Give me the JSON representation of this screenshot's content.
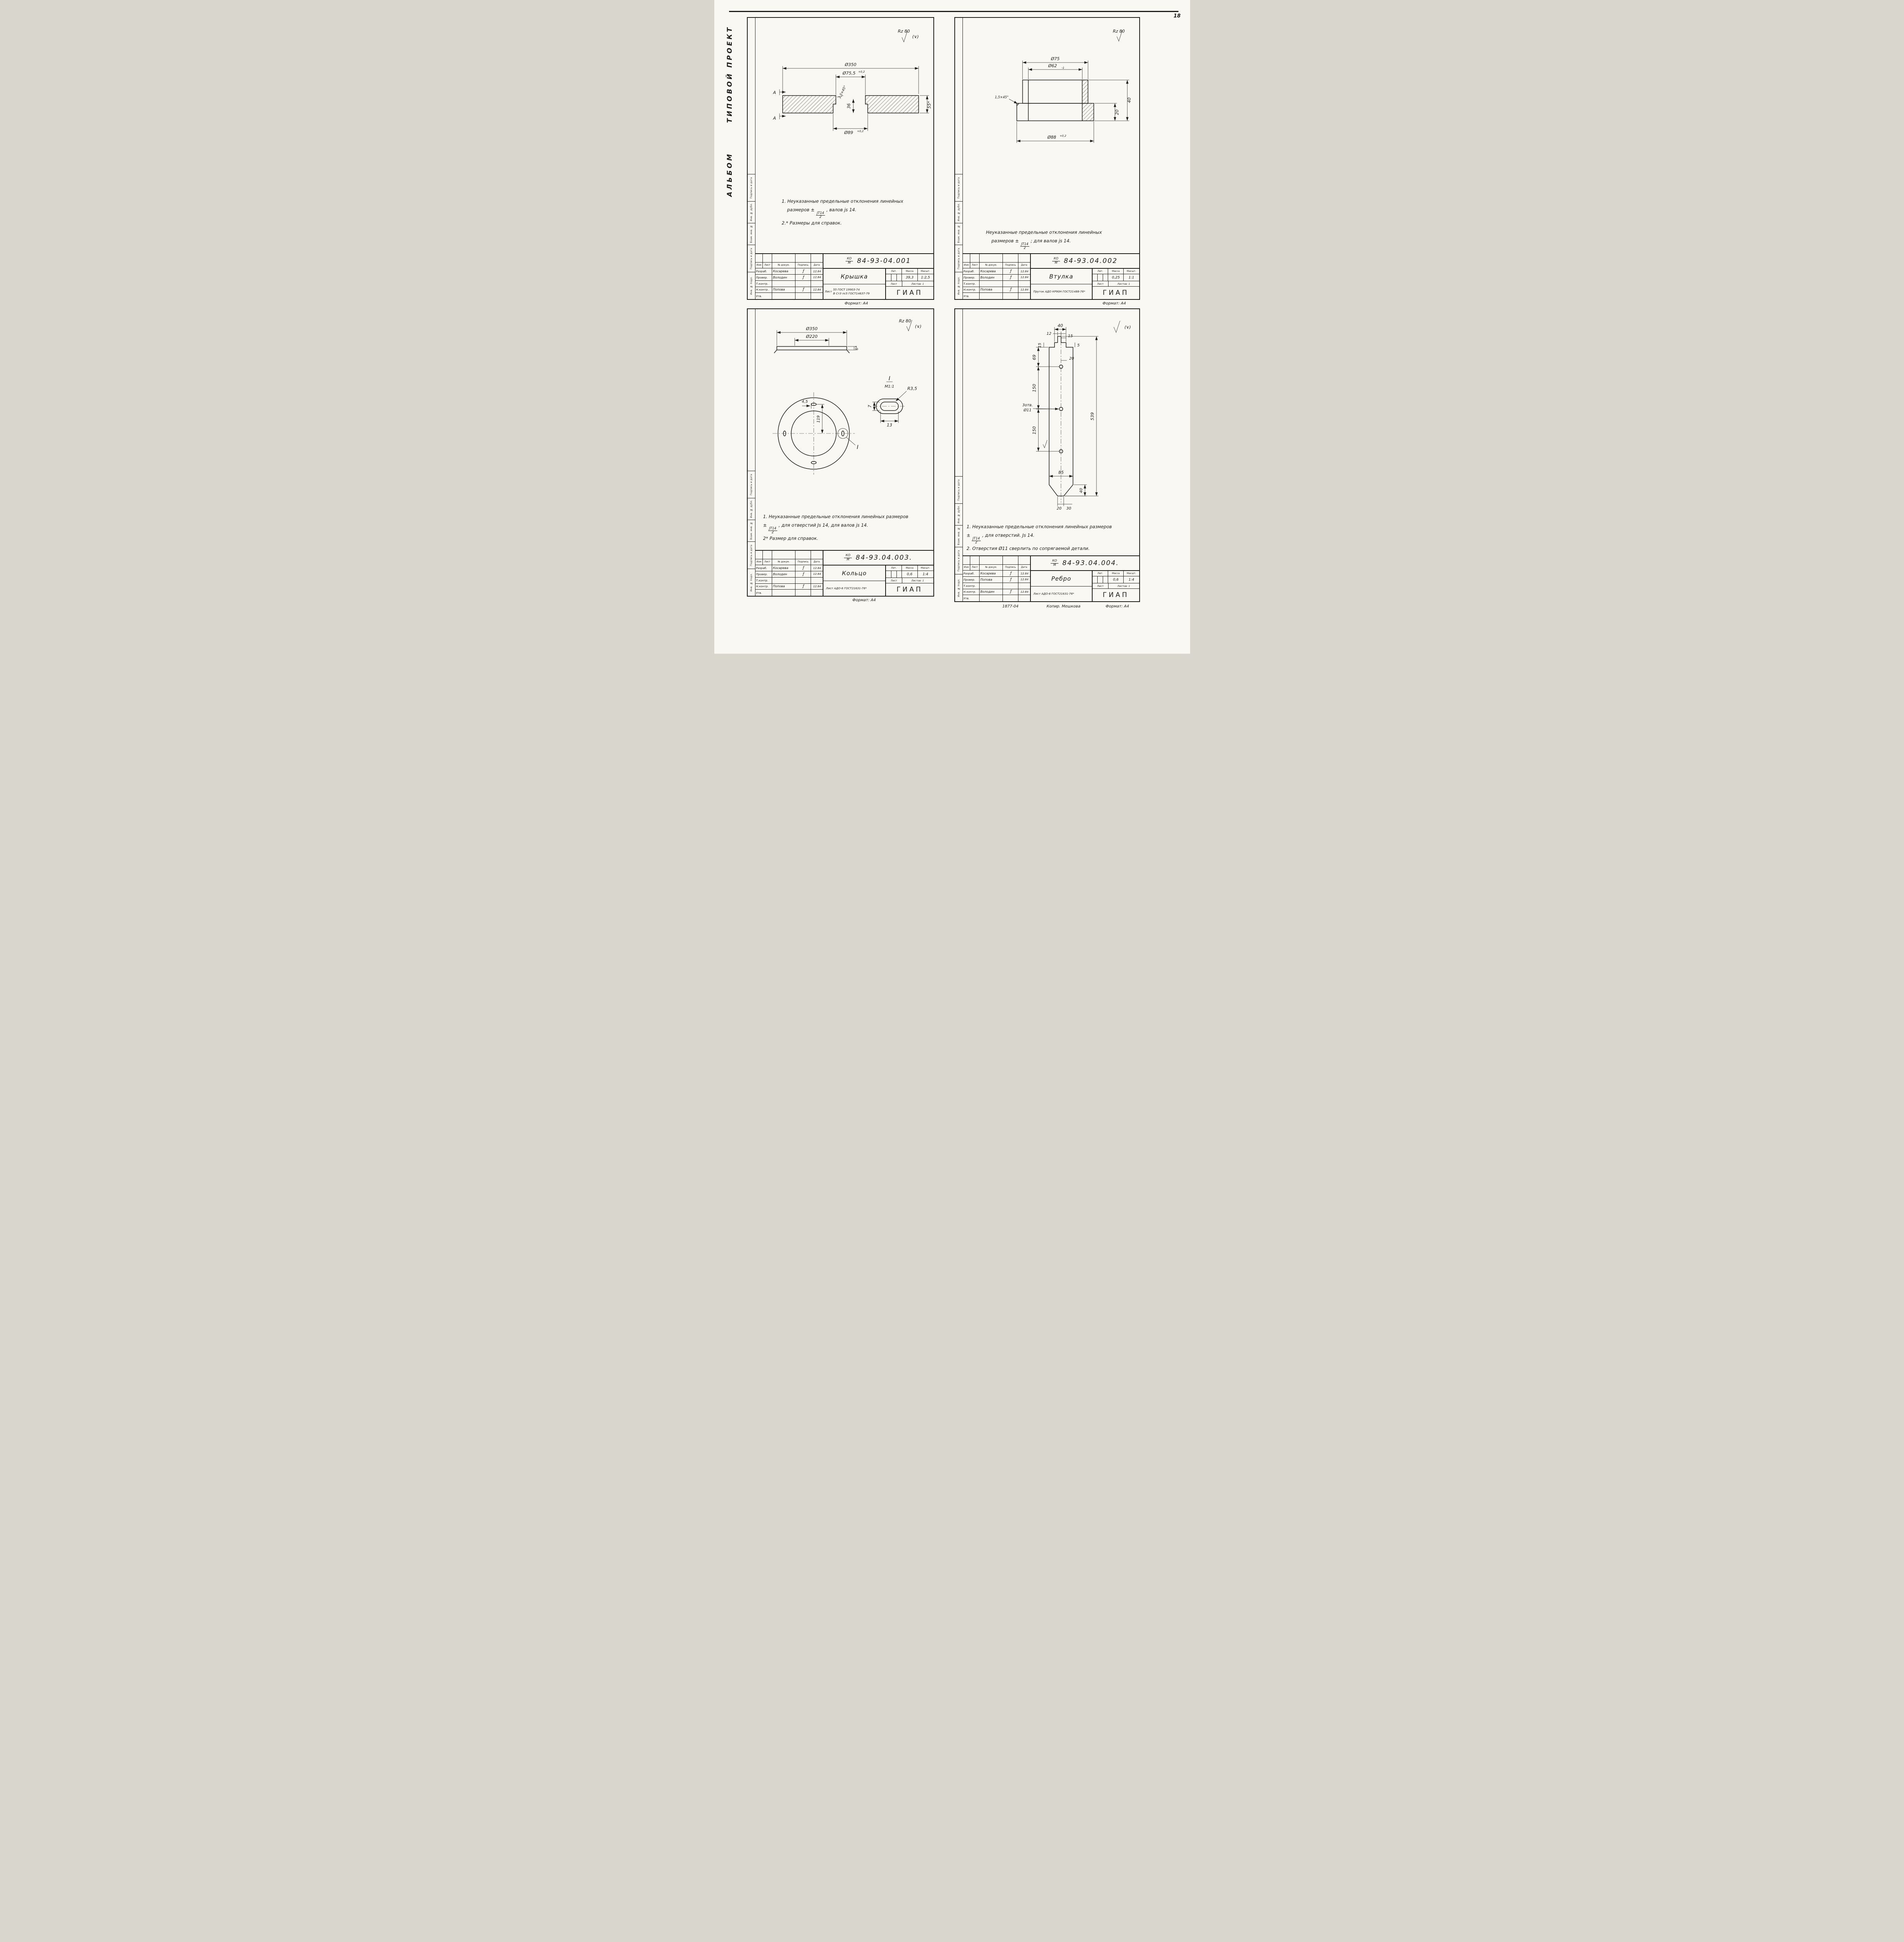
{
  "page": {
    "number": "18",
    "album_title": "ТИПОВОЙ ПРОЕКТ",
    "album_subtitle": "АЛЬБОМ",
    "footer_code": "1877-04",
    "footer_copier": "Копир. Мешкова",
    "footer_format": "Формат: А4"
  },
  "margin_labels": [
    "Подпись и дата",
    "Инв. № дубл.",
    "Взам. инв. №",
    "Подпись и дата",
    "Инв. № подл."
  ],
  "common": {
    "code_top": "КО",
    "code_bot": "М",
    "org": "ГИАП",
    "format": "Формат: А4",
    "tb_header": [
      "Изм",
      "Лист",
      "№ докум.",
      "Подпись",
      "Дата"
    ],
    "lit_label": "Лит.",
    "mass_label": "Масса",
    "scale_label": "Масшт.",
    "sheet_label": "Лист",
    "sheets_label": "Листов: 1",
    "frac_num": "JT14",
    "frac_den": "2"
  },
  "sheets": [
    {
      "roughness": "Rz 80",
      "roughness_alt": "(∨)",
      "dims": {
        "phi350": "Ø350",
        "phi755": "Ø75,5",
        "phi755_tol": "+0,2",
        "phi89": "Ø89",
        "phi89_tol": "+0,2",
        "d36": "36",
        "d55": "55*",
        "chamfer": "1,5×45°",
        "section": "А"
      },
      "notes": {
        "l1": "1. Неуказанные предельные отклонения линейных",
        "l2a": "размеров ±",
        "l2b": ", валов js 14.",
        "l3": "2.* Размеры для справок."
      },
      "tb": {
        "doc": "84-93-04.001",
        "name": "Крышка",
        "mass": "39,3",
        "scale": "1:2,5",
        "mat_label": "Лист",
        "mat1": "55 ГОСТ 19903-74",
        "mat2": "В Ст3 пс5 ГОСТ14637-79",
        "rows": [
          {
            "role": "Разраб.",
            "name": "Косарева",
            "sig": "ƒ",
            "date": "12.84"
          },
          {
            "role": "Провер.",
            "name": "Володин",
            "sig": "ƒ",
            "date": "12.84"
          },
          {
            "role": "Т.контр.",
            "name": "",
            "sig": "",
            "date": ""
          },
          {
            "role": "Н.контр.",
            "name": "Попова",
            "sig": "ƒ",
            "date": "12.84"
          },
          {
            "role": "Утв.",
            "name": "",
            "sig": "",
            "date": ""
          }
        ]
      }
    },
    {
      "roughness": "Rz 80",
      "roughness_alt": "",
      "dims": {
        "phi75": "Ø75",
        "phi62": "Ø62",
        "phi62_tol": "-1",
        "phi88": "Ø88",
        "phi88_tol": "+0,2",
        "h40": "40",
        "h20": "20",
        "chamfer": "1,5×45°"
      },
      "notes": {
        "l1": "Неуказанные предельные отклонения линейных",
        "l2a": "размеров ±",
        "l2b": ";  для валов js 14."
      },
      "tb": {
        "doc": "84-93.04.002",
        "name": "Втулка",
        "mass": "0,25",
        "scale": "1:1",
        "mat_label": "",
        "mat1": "Пруток АДО КР90Н ГОСТ21488-76*",
        "mat2": "",
        "rows": [
          {
            "role": "Разраб.",
            "name": "Косарева",
            "sig": "ƒ",
            "date": "12.84"
          },
          {
            "role": "Провер.",
            "name": "Володин",
            "sig": "ƒ",
            "date": "12.84"
          },
          {
            "role": "Т.контр.",
            "name": "",
            "sig": "",
            "date": ""
          },
          {
            "role": "Н.контр.",
            "name": "Попова",
            "sig": "ƒ",
            "date": "12.84"
          },
          {
            "role": "Утв.",
            "name": "",
            "sig": "",
            "date": ""
          }
        ]
      }
    },
    {
      "roughness": "Rz 80",
      "roughness_alt": "(∨)",
      "dims": {
        "phi350": "Ø350",
        "phi220": "Ø220",
        "t6": "6*",
        "d45": "4,5",
        "d119": "119",
        "r35": "R3,5",
        "w13": "13",
        "h7": "7",
        "detail": "I",
        "detail_scale": "М1:1"
      },
      "notes": {
        "l1": "1. Неуказанные предельные отклонения линейных размеров",
        "l2a": "±",
        "l2b": ",  для отверстий Js 14,  для валов js 14.",
        "l3": "2* Размер для справок."
      },
      "tb": {
        "doc": "84-93.04.003.",
        "name": "Кольцо",
        "mass": "0,6",
        "scale": "1:4",
        "mat_label": "",
        "mat1": "Лист АДО-6 ГОСТ21631-76*",
        "mat2": "",
        "rows": [
          {
            "role": "Разраб.",
            "name": "Косарева",
            "sig": "ƒ",
            "date": "12.84"
          },
          {
            "role": "Провер.",
            "name": "Володин",
            "sig": "ƒ",
            "date": "12.84"
          },
          {
            "role": "Т.контр.",
            "name": "",
            "sig": "",
            "date": ""
          },
          {
            "role": "Н.контр.",
            "name": "Попова",
            "sig": "ƒ",
            "date": "12.84"
          },
          {
            "role": "Утв.",
            "name": "",
            "sig": "",
            "date": ""
          }
        ]
      }
    },
    {
      "roughness": "",
      "roughness_alt": "(∨)",
      "dims": {
        "w40": "40",
        "w12": "12",
        "w15": "15",
        "h5": "5",
        "v15": "15",
        "h69": "69",
        "d20": "20",
        "h150a": "150",
        "h150b": "150",
        "holes1": "3отв.",
        "holes2": "Ø11",
        "w85": "85",
        "h539": "539",
        "h40b": "40",
        "b20": "20",
        "b30": "30"
      },
      "notes": {
        "l1": "1. Неуказанные предельные отклонения линейных размеров",
        "l2a": "±",
        "l2b": ",  для отверстий. Js 14.",
        "l3": "2. Отверстия Ø11 сверлить по сопрягаемой детали."
      },
      "tb": {
        "doc": "84-93.04.004.",
        "name": "Ребро",
        "mass": "0,6",
        "scale": "1:4",
        "mat_label": "",
        "mat1": "Лист АДО-6 ГОСТ21631-76*",
        "mat2": "",
        "rows": [
          {
            "role": "Разраб.",
            "name": "Косарева",
            "sig": "ƒ",
            "date": "12.84"
          },
          {
            "role": "Провер.",
            "name": "Попова",
            "sig": "ƒ",
            "date": "12.84"
          },
          {
            "role": "Т.контр.",
            "name": "",
            "sig": "",
            "date": ""
          },
          {
            "role": "Н.контр.",
            "name": "Володин",
            "sig": "ƒ",
            "date": "12.84"
          },
          {
            "role": "Утв.",
            "name": "",
            "sig": "",
            "date": ""
          }
        ]
      }
    }
  ]
}
